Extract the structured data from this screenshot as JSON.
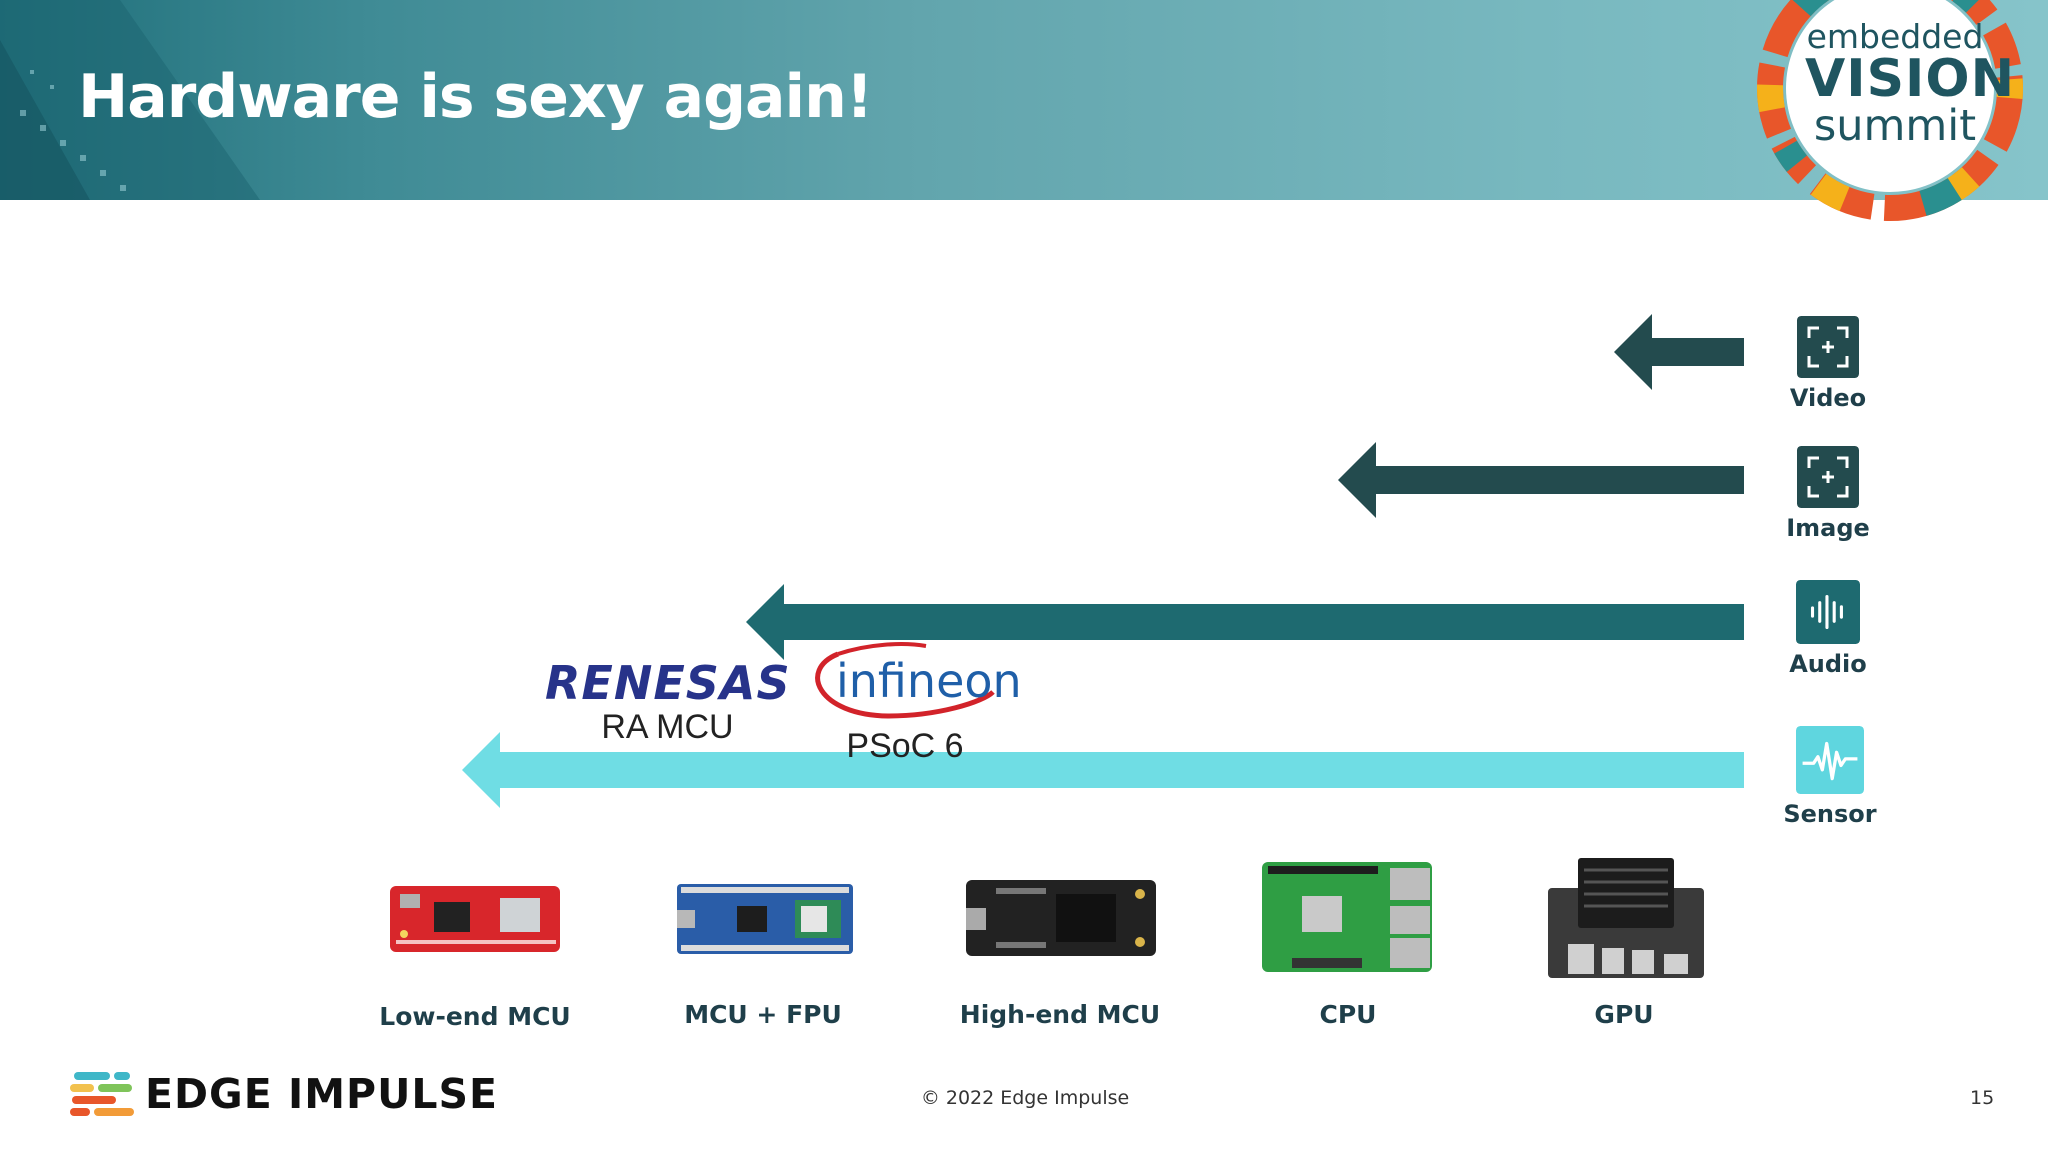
{
  "header": {
    "title": "Hardware is sexy again!",
    "event_logo": {
      "line1": "embedded",
      "line2": "VISION",
      "line3": "summit"
    }
  },
  "modalities": [
    {
      "label": "Video",
      "icon": "focus-plus-icon",
      "color": "#234b4e"
    },
    {
      "label": "Image",
      "icon": "focus-plus-icon",
      "color": "#234b4e"
    },
    {
      "label": "Audio",
      "icon": "waveform-icon",
      "color": "#1e6a70"
    },
    {
      "label": "Sensor",
      "icon": "pulse-icon",
      "color": "#5fd6df"
    }
  ],
  "vendors": {
    "renesas": {
      "logo_text": "RENESAS",
      "label": "RA MCU",
      "color": "#27338a"
    },
    "infineon": {
      "logo_text": "infineon",
      "label": "PSoC 6",
      "color": "#1f5fa8",
      "swoosh_color": "#d2232a"
    }
  },
  "hardware": [
    {
      "label": "Low-end MCU",
      "image": "red-mcu-board"
    },
    {
      "label": "MCU + FPU",
      "image": "nano-ble-board"
    },
    {
      "label": "High-end MCU",
      "image": "portenta-board"
    },
    {
      "label": "CPU",
      "image": "raspberry-pi-board"
    },
    {
      "label": "GPU",
      "image": "jetson-nano-board"
    }
  ],
  "footer": {
    "brand": "EDGE IMPULSE",
    "copyright": "© 2022 Edge Impulse",
    "page_number": "15"
  }
}
